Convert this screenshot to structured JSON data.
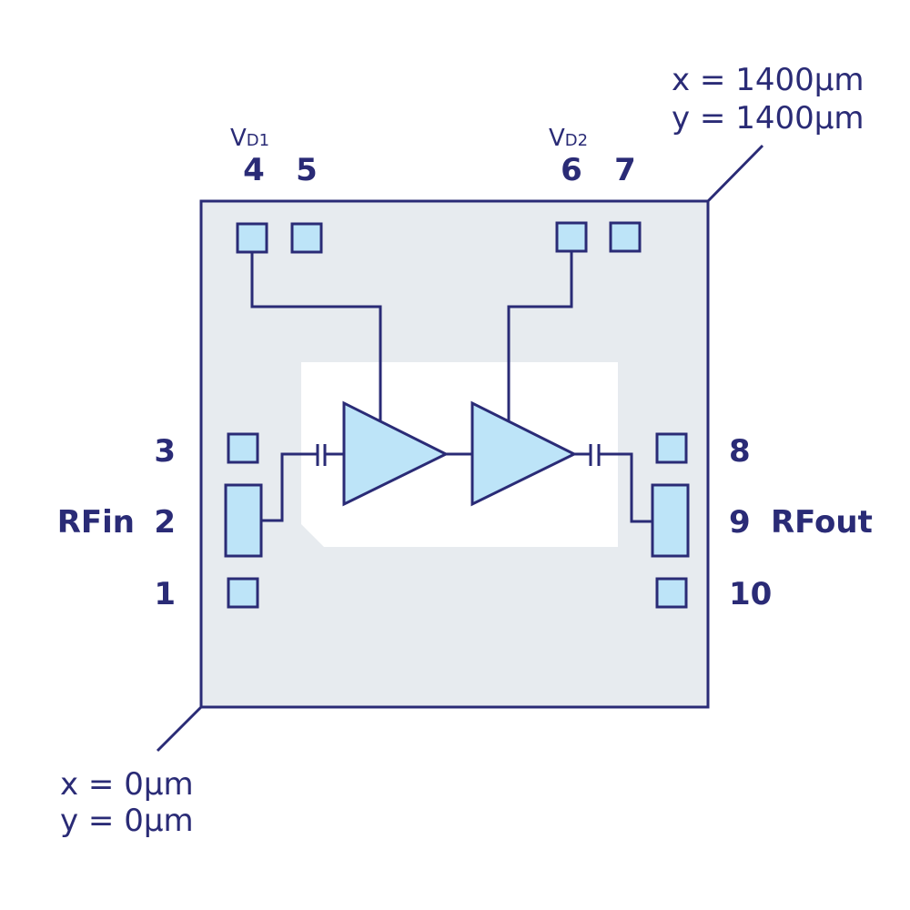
{
  "colors": {
    "outline": "#2a2b76",
    "die_fill": "#e7ebef",
    "core_fill": "#ffffff",
    "pad_fill": "#bde4f8",
    "amp_fill": "#bde4f8"
  },
  "corners": {
    "top_right": {
      "x": "x = 1400µm",
      "y": "y = 1400µm"
    },
    "bottom_left": {
      "x": "x = 0µm",
      "y": "y = 0µm"
    }
  },
  "pins": {
    "p1": {
      "number": "1"
    },
    "p2": {
      "number": "2",
      "name": "RFin"
    },
    "p3": {
      "number": "3"
    },
    "p4": {
      "number": "4",
      "name_main": "V",
      "name_sub": "D1"
    },
    "p5": {
      "number": "5"
    },
    "p6": {
      "number": "6",
      "name_main": "V",
      "name_sub": "D2"
    },
    "p7": {
      "number": "7"
    },
    "p8": {
      "number": "8"
    },
    "p9": {
      "number": "9",
      "name": "RFout"
    },
    "p10": {
      "number": "10"
    }
  },
  "components": {
    "amplifiers": [
      "amplifier-stage-1",
      "amplifier-stage-2"
    ],
    "capacitors": [
      "input-dc-block-capacitor",
      "output-dc-block-capacitor"
    ]
  }
}
